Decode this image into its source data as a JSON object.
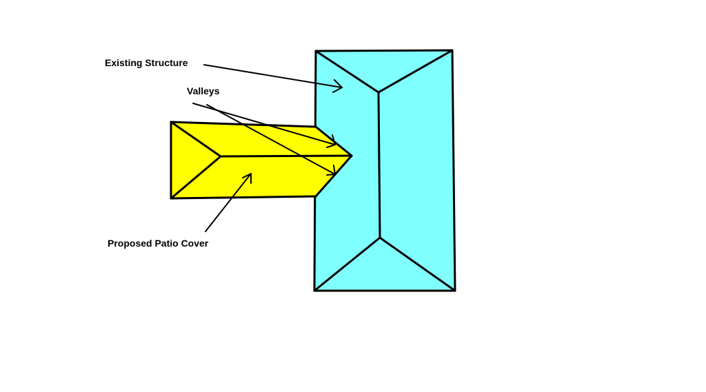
{
  "labels": {
    "existing_structure": "Existing Structure",
    "valleys": "Valleys",
    "proposed_patio_cover": "Proposed Patio Cover"
  },
  "colors": {
    "existing_structure_fill": "#80ffff",
    "patio_cover_fill": "#ffff00",
    "outline": "#000000",
    "background": "#ffffff"
  }
}
